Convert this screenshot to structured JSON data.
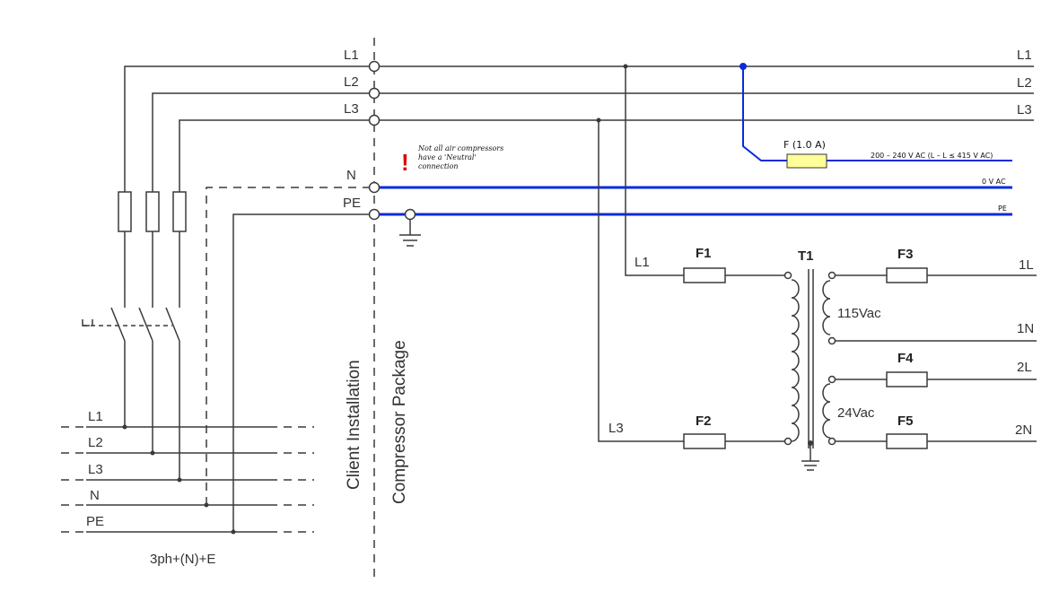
{
  "colors": {
    "wire": "#3a3a3a",
    "highlight": "#0a2bdc",
    "fuse_fill": "#ffff99",
    "warning": "#e00000"
  },
  "left_labels": {
    "l1": "L1",
    "l2": "L2",
    "l3": "L3",
    "n": "N",
    "pe": "PE"
  },
  "right_labels": {
    "l1": "L1",
    "l2": "L2",
    "l3": "L3"
  },
  "supply_labels": {
    "l1": "L1",
    "l2": "L2",
    "l3": "L3",
    "n": "N",
    "pe": "PE"
  },
  "supply_caption": "3ph+(N)+E",
  "boundary": {
    "client": "Client Installation",
    "compressor": "Compressor Package"
  },
  "warning": {
    "icon": "exclamation-icon",
    "mark": "!",
    "line1": "Not all air compressors",
    "line2": "have a 'Neutral'",
    "line3": "connection"
  },
  "control_fuse": {
    "label": "F (1.0 A)",
    "voltage": "200 – 240 V AC (L – L ≤ 415 V AC)"
  },
  "neutral_out": "0 V AC",
  "pe_out": "PE",
  "transformer": {
    "name": "T1",
    "in_l1": "L1",
    "in_l3": "L3",
    "f1": "F1",
    "f2": "F2",
    "f3": "F3",
    "f4": "F4",
    "f5": "F5",
    "sec1_voltage": "115Vac",
    "sec2_voltage": "24Vac",
    "out_1l": "1L",
    "out_1n": "1N",
    "out_2l": "2L",
    "out_2n": "2N"
  }
}
